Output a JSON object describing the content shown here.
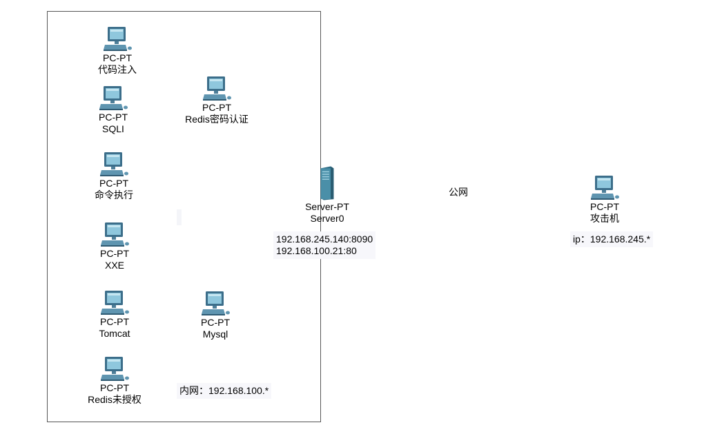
{
  "zone": {
    "label": "内网：192.168.100.*"
  },
  "pcs": [
    {
      "type": "PC-PT",
      "name": "代码注入"
    },
    {
      "type": "PC-PT",
      "name": "SQLI"
    },
    {
      "type": "PC-PT",
      "name": "命令执行"
    },
    {
      "type": "PC-PT",
      "name": "XXE"
    },
    {
      "type": "PC-PT",
      "name": "Tomcat"
    },
    {
      "type": "PC-PT",
      "name": "Redis未授权"
    },
    {
      "type": "PC-PT",
      "name": "Redis密码认证"
    },
    {
      "type": "PC-PT",
      "name": "Mysql"
    }
  ],
  "server": {
    "type": "Server-PT",
    "name": "Server0",
    "addresses": [
      "192.168.245.140:8090",
      "192.168.100.21:80"
    ]
  },
  "internet": {
    "label": "公网"
  },
  "attacker": {
    "type": "PC-PT",
    "name": "攻击机",
    "ip_label": "ip：192.168.245.*"
  },
  "colors": {
    "monitor_frame": "#3c6e8a",
    "monitor_screen": "#8fc7dd",
    "server_body": "#4a8fa8",
    "zone_border": "#555555",
    "note_background": "#f7f7fb"
  }
}
